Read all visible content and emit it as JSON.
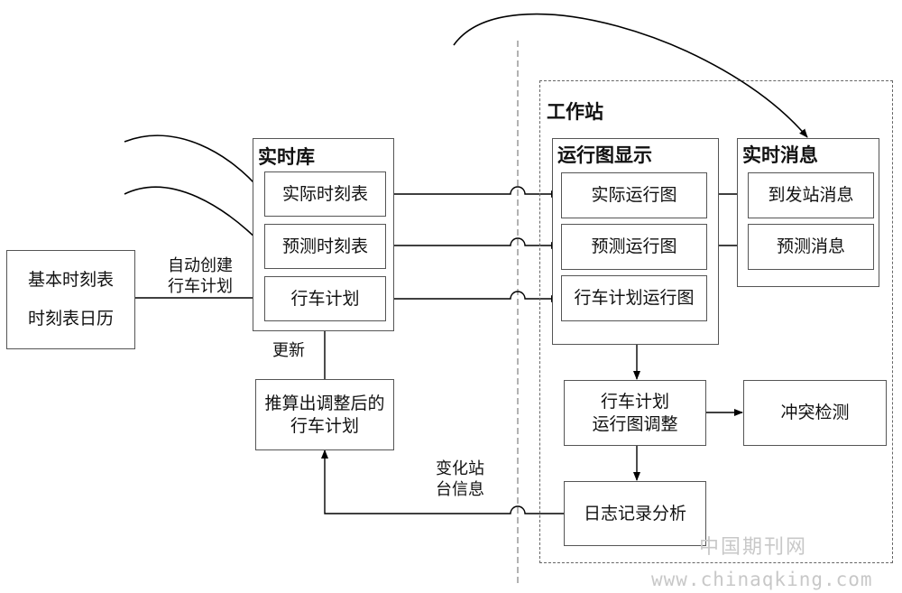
{
  "basic_timetable": {
    "line1": "基本时刻表",
    "line2": "时刻表日历"
  },
  "edge_auto_create": {
    "line1": "自动创建",
    "line2": "行车计划"
  },
  "realtime_db": {
    "title": "实时库",
    "items": [
      "实际时刻表",
      "预测时刻表",
      "行车计划"
    ]
  },
  "update_label": "更新",
  "calc_plan": {
    "line1": "推算出调整后的",
    "line2": "行车计划"
  },
  "station_change": {
    "line1": "变化站",
    "line2": "台信息"
  },
  "workstation": {
    "title": "工作站",
    "graph_display": {
      "title": "运行图显示",
      "items": [
        "实际运行图",
        "预测运行图",
        "行车计划运行图"
      ]
    },
    "realtime_messages": {
      "title": "实时消息",
      "items": [
        "到发站消息",
        "预测消息"
      ]
    },
    "plan_adjust": {
      "line1": "行车计划",
      "line2": "运行图调整"
    },
    "conflict_detect": "冲突检测",
    "log_analysis": "日志记录分析"
  },
  "watermark": {
    "cn": "中国期刊网",
    "url": "www.chinaqking.com"
  }
}
